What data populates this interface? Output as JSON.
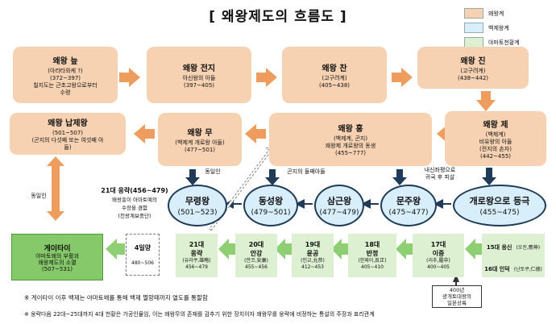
{
  "title": "[ 왜왕제도의 흐름도 ]",
  "legend": [
    {
      "label": "왜왕계",
      "color": "#f6d2b2"
    },
    {
      "label": "백제왕계",
      "color": "#d8eefa"
    },
    {
      "label": "야마토천황계",
      "color": "#ddf0d1"
    }
  ],
  "wa_kings": {
    "nu": {
      "name": "왜왕 늪",
      "lines": [
        "(아라타와케 ?)",
        "(372~397)",
        "칠지도는 근초고왕으로부터",
        "수령"
      ]
    },
    "jeonji": {
      "name": "왜왕 전지",
      "lines": [
        "아신왕의 아들",
        "(397~405)"
      ]
    },
    "chan": {
      "name": "왜왕 찬",
      "lines": [
        "(고구려계)",
        "(405~438)"
      ]
    },
    "jin": {
      "name": "왜왕 진",
      "lines": [
        "(고구려계)",
        "(438~442)"
      ]
    },
    "je": {
      "name": "왜왕 제",
      "lines": [
        "(백제계)",
        "비유왕의 아들",
        "(전지의 손자)",
        "(442~455)"
      ]
    },
    "heung": {
      "name": "왜왕 흥",
      "lines": [
        "(백제계, 곤지)",
        "왜왕제 개로왕의 동생",
        "(455~777)"
      ]
    },
    "mu": {
      "name": "왜왕 무",
      "lines": [
        "(백제계 개로왕 아들)",
        "(477~501)"
      ]
    },
    "napje": {
      "name": "왜왕 납제왕",
      "lines": [
        "(501~507)",
        "(곤지의 다섯째 또는 여섯째 아",
        "들)"
      ]
    }
  },
  "baekje_kings": {
    "gaero": {
      "name": "개로왕으로 등극",
      "years": "(455~475)"
    },
    "munju": {
      "name": "문주왕",
      "years": "(475~477)"
    },
    "samgeun": {
      "name": "삼근왕",
      "years": "(477~479)"
    },
    "dongseong": {
      "name": "동성왕",
      "years": "(479~501)"
    },
    "muryeong": {
      "name": "무령왕",
      "years": "(501~523)"
    }
  },
  "flow_labels": {
    "same_person_1": "동일인",
    "same_person_2": "동일인",
    "gonji_son": "곤지의 둘째아들",
    "munju_note": [
      "내신좌평으로",
      "귀국 후 피살"
    ]
  },
  "oung": {
    "title": "21대 웅략(456~479)",
    "lines": [
      "왜왕흥이 아마토예의",
      "수장을 겸함",
      "(천왕계보중단)"
    ]
  },
  "yamato": {
    "geitai": {
      "name": "게이타이",
      "lines": [
        "야마토왜의 부활과",
        "왜왕제도의 소멸",
        "(507~531)"
      ]
    },
    "ilyang": {
      "name": "4일양",
      "years": "480~506"
    },
    "d21": {
      "num": "21대",
      "name": "웅략",
      "sub": "(유라쿠,雄略)",
      "years": "456~479"
    },
    "d20": {
      "num": "20대",
      "name": "안강",
      "sub": "(안코,安康)",
      "years": "455~456"
    },
    "d19": {
      "num": "19대",
      "name": "윤공",
      "sub": "(인교,允恭)",
      "years": "412~453"
    },
    "d18": {
      "num": "18대",
      "name": "반정",
      "sub": "(한제이,反正)",
      "years": "405~410"
    },
    "d17": {
      "num": "17대",
      "name": "이중",
      "sub": "(리추,履中)",
      "years": "400~405"
    },
    "d15": {
      "name": "15대 응신",
      "sub": "(오진,應神)"
    },
    "d16": {
      "name": "16대 인덕",
      "sub": "(닌토쿠,仁德)"
    },
    "gwang": [
      "400년",
      "광개토대왕의",
      "일본상륙"
    ]
  },
  "notes": [
    "※ 게이타이 이후 백제는 야마토왜를 통해 백제 멸망때까지 열도를 통할함",
    "※ 웅략다음 22대~25대까지 4대 천황은 가공인물임, 이는 왜왕무의 존재를 감추기 위한 장치이자  왜왕무를 웅략에 비정하는 통설의 주장과 표리관계"
  ]
}
